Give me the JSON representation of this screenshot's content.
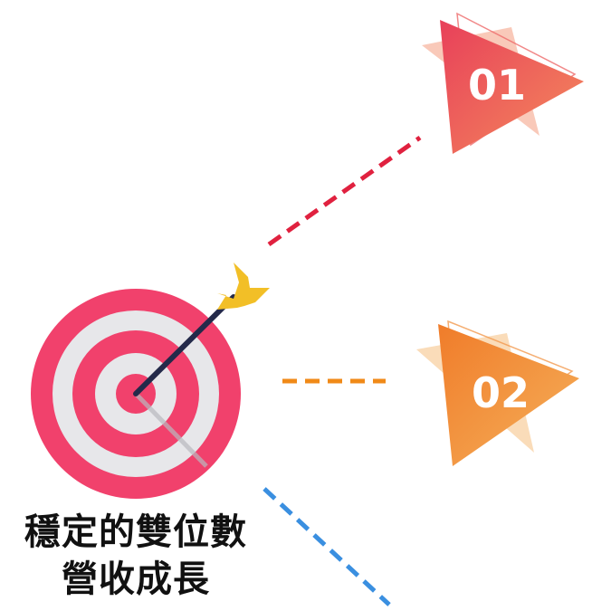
{
  "badges": [
    {
      "number": "01",
      "color_start": "#e8495a",
      "color_end": "#f4a66b"
    },
    {
      "number": "02",
      "color_start": "#f0892e",
      "color_end": "#f6c06a"
    }
  ],
  "caption": {
    "line1": "穩定的雙位數",
    "line2": "營收成長"
  },
  "colors": {
    "target_ring": "#f1416c",
    "target_gap": "#e7e7ea",
    "arrow_shaft": "#242a4a",
    "arrow_fletching": "#f2bf27",
    "line_1": "#e0213f",
    "line_2": "#f08a18",
    "line_3": "#3a8fe0"
  }
}
